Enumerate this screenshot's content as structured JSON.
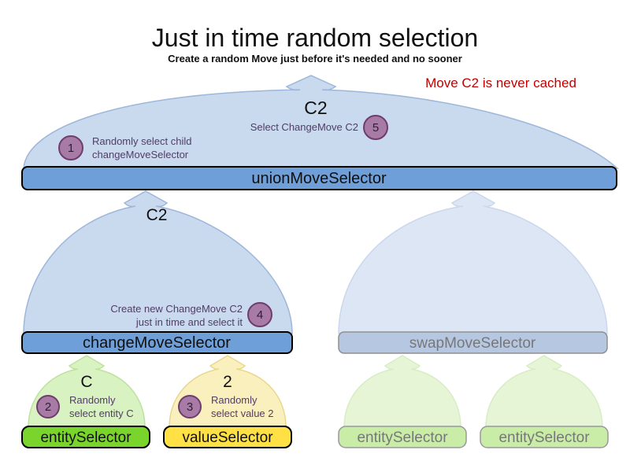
{
  "title": "Just in time random selection",
  "subtitle": "Create a random Move just before it's needed and no sooner",
  "note": "Move C2 is never cached",
  "colors": {
    "selector_bar_blue": "#6f9fd8",
    "funnel_blue": "#c9d9ee",
    "entity_green": "#79d42c",
    "value_yellow": "#ffe145",
    "faded_green": "#c9eda6",
    "badge_purple": "#a87ba6",
    "note_red": "#c00000"
  },
  "selectors": {
    "union": {
      "label": "unionMoveSelector",
      "move": "C2"
    },
    "change": {
      "label": "changeMoveSelector",
      "move": "C2"
    },
    "swap": {
      "label": "swapMoveSelector"
    },
    "entity": {
      "label": "entitySelector",
      "move": "C"
    },
    "value": {
      "label": "valueSelector",
      "move": "2"
    },
    "entity_faded_left": {
      "label": "entitySelector"
    },
    "entity_faded_right": {
      "label": "entitySelector"
    }
  },
  "steps": [
    {
      "num": "1",
      "line1": "Randomly select child",
      "line2": "changeMoveSelector"
    },
    {
      "num": "2",
      "line1": "Randomly",
      "line2": "select entity C"
    },
    {
      "num": "3",
      "line1": "Randomly",
      "line2": "select value 2"
    },
    {
      "num": "4",
      "line1": "Create new ChangeMove C2",
      "line2": "just in time and select it"
    },
    {
      "num": "5",
      "line1": "Select ChangeMove C2"
    }
  ]
}
